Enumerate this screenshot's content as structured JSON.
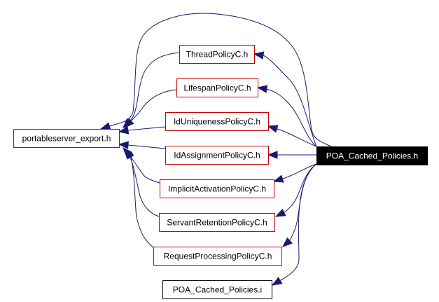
{
  "diagram": {
    "type": "include-dependency-graph",
    "colors": {
      "edge": "#191970",
      "node_border_documented": "#cc0000",
      "node_border_undocumented": "#000000",
      "root_fill": "#000000",
      "root_text": "#ffffff"
    },
    "root": {
      "id": "poa-cached-policies-h",
      "label": "POA_Cached_Policies.h"
    },
    "nodes": [
      {
        "id": "threadpolicyc-h",
        "label": "ThreadPolicyC.h",
        "style": "red"
      },
      {
        "id": "lifespanpolicyc-h",
        "label": "LifespanPolicyC.h",
        "style": "red"
      },
      {
        "id": "iduniquenesspolicyc-h",
        "label": "IdUniquenessPolicyC.h",
        "style": "red"
      },
      {
        "id": "idassignmentpolicyc-h",
        "label": "IdAssignmentPolicyC.h",
        "style": "red"
      },
      {
        "id": "implicitactivationpolicyc-h",
        "label": "ImplicitActivationPolicyC.h",
        "style": "red"
      },
      {
        "id": "servantretentionpolicyc-h",
        "label": "ServantRetentionPolicyC.h",
        "style": "red"
      },
      {
        "id": "requestprocessingpolicyc-h",
        "label": "RequestProcessingPolicyC.h",
        "style": "red"
      },
      {
        "id": "poa-cached-policies-i",
        "label": "POA_Cached_Policies.i",
        "style": "black"
      },
      {
        "id": "portableserver-export-h",
        "label": "portableserver_export.h",
        "style": "red"
      }
    ],
    "edges": [
      {
        "from": "poa-cached-policies-h",
        "to": "threadpolicyc-h"
      },
      {
        "from": "poa-cached-policies-h",
        "to": "lifespanpolicyc-h"
      },
      {
        "from": "poa-cached-policies-h",
        "to": "iduniquenesspolicyc-h"
      },
      {
        "from": "poa-cached-policies-h",
        "to": "idassignmentpolicyc-h"
      },
      {
        "from": "poa-cached-policies-h",
        "to": "implicitactivationpolicyc-h"
      },
      {
        "from": "poa-cached-policies-h",
        "to": "servantretentionpolicyc-h"
      },
      {
        "from": "poa-cached-policies-h",
        "to": "requestprocessingpolicyc-h"
      },
      {
        "from": "poa-cached-policies-h",
        "to": "poa-cached-policies-i"
      },
      {
        "from": "poa-cached-policies-h",
        "to": "portableserver-export-h"
      },
      {
        "from": "threadpolicyc-h",
        "to": "portableserver-export-h"
      },
      {
        "from": "lifespanpolicyc-h",
        "to": "portableserver-export-h"
      },
      {
        "from": "iduniquenesspolicyc-h",
        "to": "portableserver-export-h"
      },
      {
        "from": "idassignmentpolicyc-h",
        "to": "portableserver-export-h"
      },
      {
        "from": "implicitactivationpolicyc-h",
        "to": "portableserver-export-h"
      },
      {
        "from": "servantretentionpolicyc-h",
        "to": "portableserver-export-h"
      },
      {
        "from": "requestprocessingpolicyc-h",
        "to": "portableserver-export-h"
      }
    ]
  }
}
